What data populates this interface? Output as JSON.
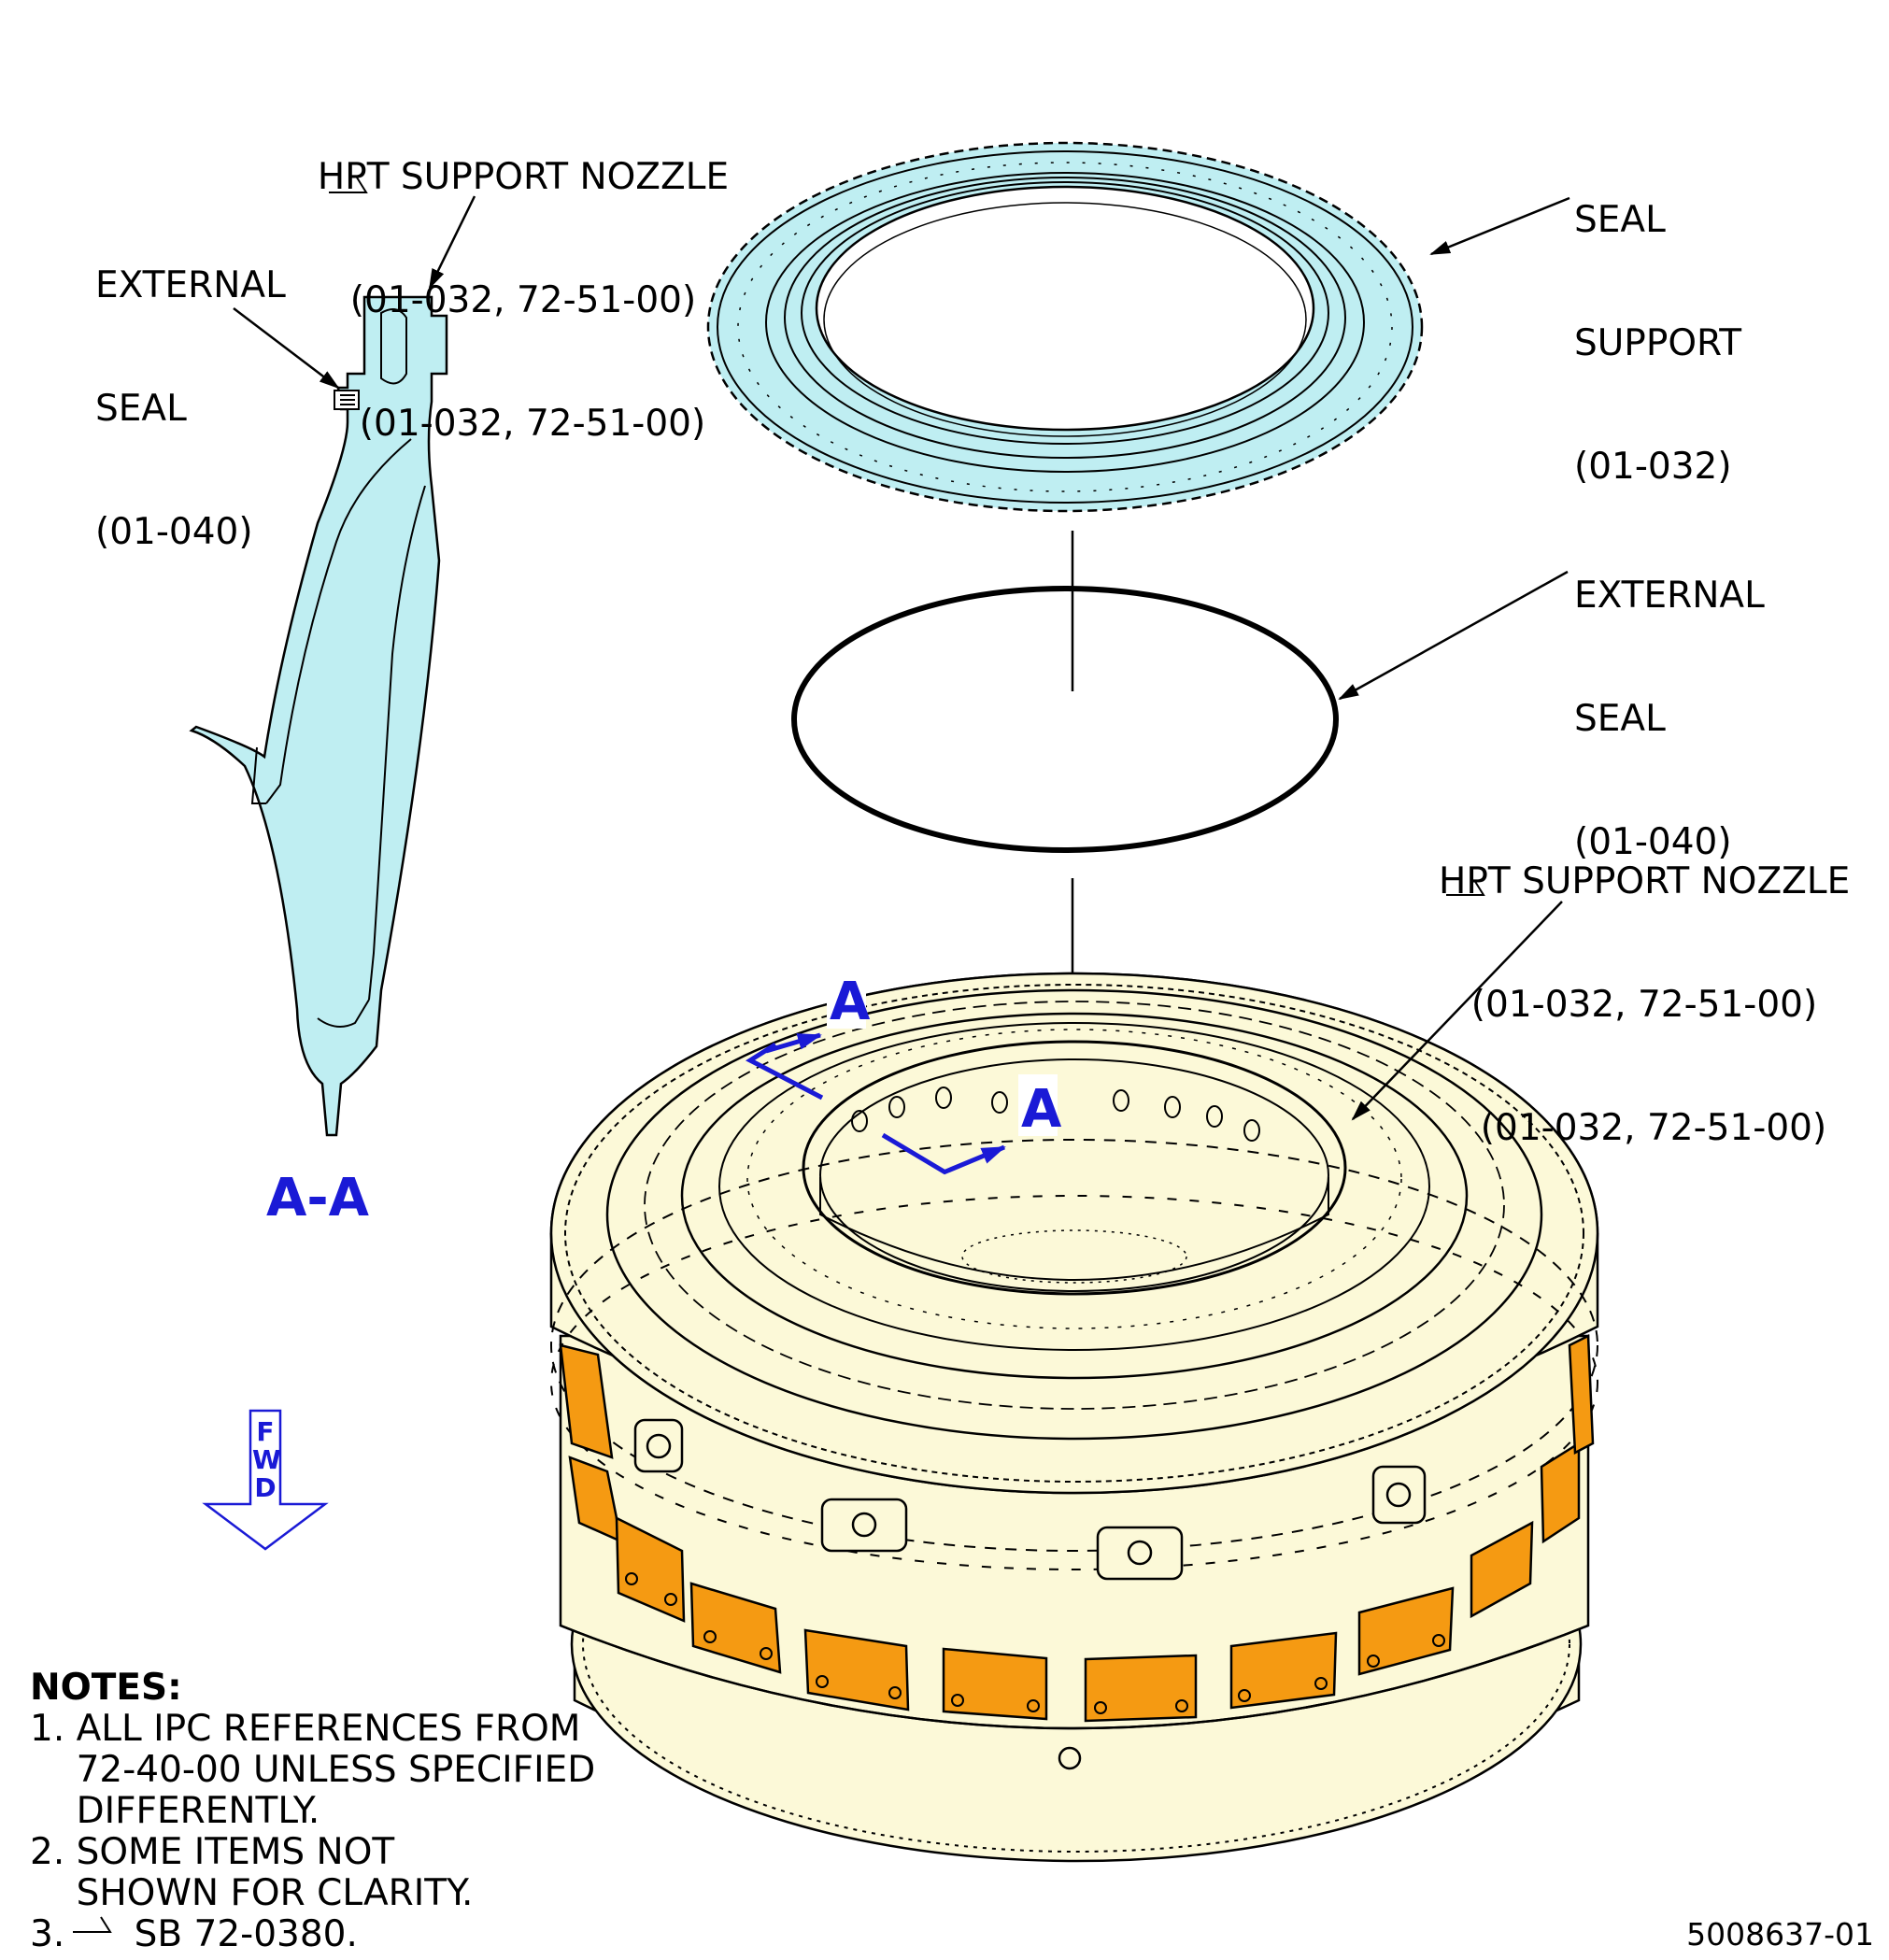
{
  "labels": {
    "hpt_support_nozzle_top": {
      "line1": "HPT SUPPORT NOZZLE",
      "line2": "(01-032, 72-51-00)",
      "line3": "(01-032, 72-51-00)"
    },
    "external_seal_top": {
      "line1": "EXTERNAL",
      "line2": "SEAL",
      "line3": "(01-040)"
    },
    "seal_support": {
      "line1": "SEAL",
      "line2": "SUPPORT",
      "line3": "(01-032)"
    },
    "external_seal_right": {
      "line1": "EXTERNAL",
      "line2": "SEAL",
      "line3": "(01-040)"
    },
    "hpt_support_nozzle_right": {
      "line1": "HPT SUPPORT NOZZLE",
      "line2": "(01-032, 72-51-00)",
      "line3": "(01-032, 72-51-00)"
    }
  },
  "section_view": {
    "title": "A-A",
    "marker_letter": "A"
  },
  "fwd_arrow": {
    "letters": [
      "F",
      "W",
      "D"
    ]
  },
  "notes": {
    "heading": "NOTES:",
    "items": [
      "1. ALL IPC REFERENCES FROM\n    72-40-00 UNLESS SPECIFIED\n    DIFFERENTLY.",
      "2. SOME ITEMS NOT\n    SHOWN FOR CLARITY.",
      "3.      SB 72-0380."
    ]
  },
  "document_number": "5008637-01",
  "colors": {
    "section_fill": "#bfeef2",
    "seal_support_fill": "#bfeef2",
    "nozzle_fill": "#fcf9d8",
    "bracket_fill": "#f59a12",
    "annotation_blue": "#1a1ad6"
  }
}
